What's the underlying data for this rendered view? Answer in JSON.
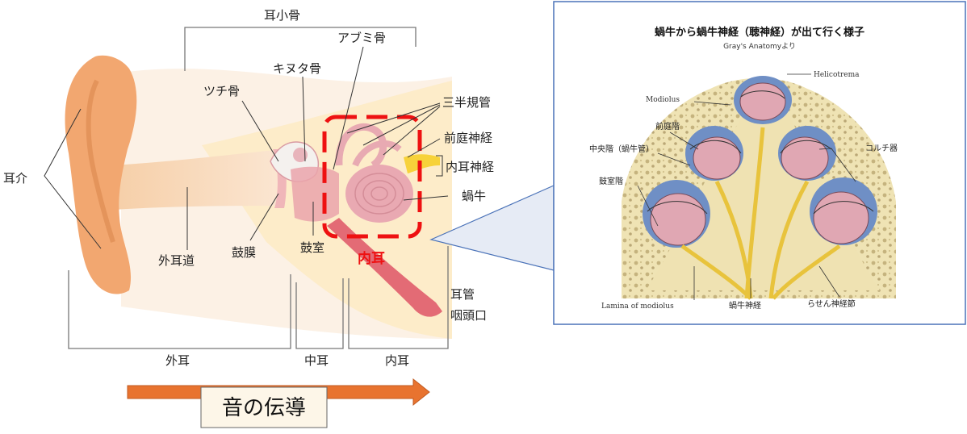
{
  "ear_diagram": {
    "labels": {
      "ossicles": "耳小骨",
      "stapes": "アブミ骨",
      "incus": "キヌタ骨",
      "malleus": "ツチ骨",
      "semicircular": "三半規管",
      "vestibular_nerve": "前庭神経",
      "inner_ear_nerve": "内耳神経",
      "cochlea": "蝸牛",
      "pinna": "耳介",
      "ear_canal": "外耳道",
      "eardrum": "鼓膜",
      "tympanic": "鼓室",
      "inner_ear_highlight": "内耳",
      "eustachian_tube": "耳管",
      "pharyngeal_opening": "咽頭口"
    },
    "sections": {
      "outer": "外耳",
      "middle": "中耳",
      "inner": "内耳"
    },
    "arrow_label": "音の伝導"
  },
  "cross_section": {
    "title": "蝸牛から蝸牛神経（聴神経）が出て行く様子",
    "subtitle": "Gray's Anatomyより",
    "labels": {
      "helicotrema": "Helicotrema",
      "modiolus": "Modiolus",
      "scala_vestibuli": "前庭階",
      "cochlear_duct": "中央階（蝸牛管）",
      "organ_of_corti": "コルチ器",
      "scala_tympani": "鼓室階",
      "lamina": "Lamina of modiolus",
      "cochlear_nerve": "蝸牛神経",
      "spiral_ganglion": "らせん神経節"
    }
  },
  "colors": {
    "highlight_red": "#ee1111",
    "arrow_orange": "#e8732f",
    "callout_border": "#4a72b8",
    "skin": "#f2a770",
    "cochlea": "#e9a9b2"
  }
}
